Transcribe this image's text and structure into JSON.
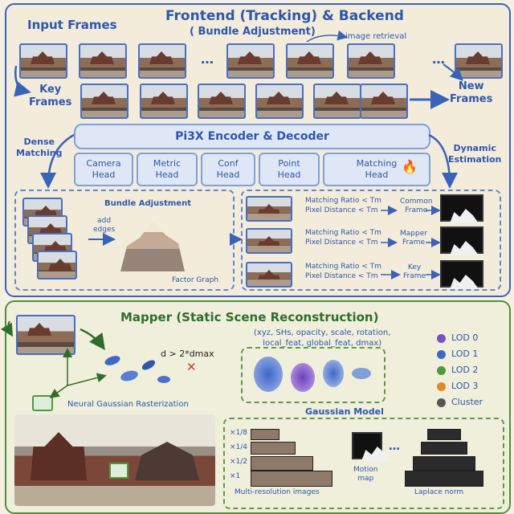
{
  "frontend": {
    "title": "Frontend (Tracking) & Backend",
    "subtitle": "( Bundle Adjustment)",
    "input_frames": "Input Frames",
    "image_retrieval": "image retrieval",
    "key_frames": "Key\nFrames",
    "new_frames": "New\nFrames",
    "dense_matching": "Dense\nMatching",
    "dynamic_estimation": "Dynamic\nEstimation",
    "encoder": "Pi3X Encoder & Decoder",
    "ellipsis": "…",
    "heads": [
      "Camera\nHead",
      "Metric\nHead",
      "Conf\nHead",
      "Point\nHead",
      "Matching\nHead"
    ],
    "fire_icon": "🔥",
    "bundle_adjustment": "Bundle Adjustment",
    "add_edges": "add\nedges",
    "factor_graph": "Factor Graph",
    "matching_lines": [
      {
        "l1": "Matching Ratio < Tm",
        "l2": "Pixel Distance < Tm",
        "result": "Common\nFrame"
      },
      {
        "l1": "Matching Ratio < Tm",
        "l2": "Pixel Distance < Tm",
        "result": "Mapper\nFrame"
      },
      {
        "l1": "Matching Ratio < Tm",
        "l2": "Pixel Distance < Tm",
        "result": "Key\nFrame"
      }
    ]
  },
  "mapper": {
    "title": "Mapper (Static Scene Reconstruction)",
    "attrs": "(xyz, SHs, opacity, scale, rotation,\nlocal_feat, global_feat, dmax)",
    "distance": "d > 2*dmax",
    "cross": "✕",
    "rasterization": "Neural Gaussian Rasterization",
    "gaussian_model": "Gaussian Model",
    "scales": [
      "×1/8",
      "×1/4",
      "×1/2",
      "×1"
    ],
    "multi_res": "Multi-resolution images",
    "motion_map": "Motion\nmap",
    "laplace": "Laplace norm",
    "legend": [
      {
        "label": "LOD 0",
        "color": "#7b4fc4"
      },
      {
        "label": "LOD 1",
        "color": "#3f67c8"
      },
      {
        "label": "LOD 2",
        "color": "#4f9a3e"
      },
      {
        "label": "LOD 3",
        "color": "#e08a2a"
      },
      {
        "label": "Cluster",
        "color": "#555555"
      }
    ]
  }
}
